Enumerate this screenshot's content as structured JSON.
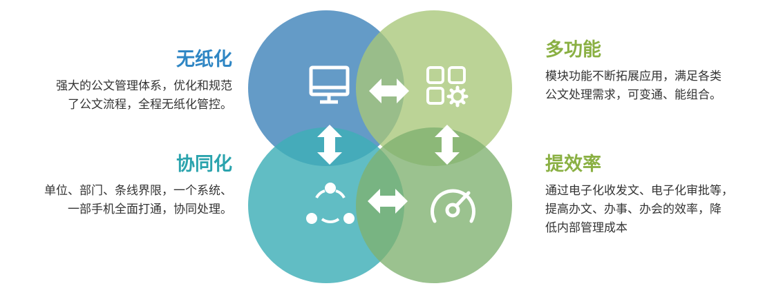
{
  "colors": {
    "blue": "#5b97c5",
    "green_light": "#b3cd82",
    "teal": "#51b7bf",
    "green": "#8bb97e",
    "title_blue": "#2f86c4",
    "title_teal": "#2aa3ad",
    "title_green": "#8ab043"
  },
  "features": {
    "top_left": {
      "title": "无纸化",
      "lines": [
        "强大的公文管理体系，优化和规范",
        "了公文流程，全程无纸化管控。"
      ],
      "icon": "monitor-icon"
    },
    "top_right": {
      "title": "多功能",
      "lines": [
        "模块功能不断拓展应用，满足各类",
        "公文处理需求，可变通、能组合。"
      ],
      "icon": "apps-gear-icon"
    },
    "bottom_left": {
      "title": "协同化",
      "lines": [
        "单位、部门、条线界限，一个系统、",
        "一部手机全面打通，协同处理。"
      ],
      "icon": "share-nodes-icon"
    },
    "bottom_right": {
      "title": "提效率",
      "lines": [
        "通过电子化收发文、电子化审批等，",
        "提高办文、办事、办会的效率，降",
        "低内部管理成本"
      ],
      "icon": "speedometer-icon"
    }
  }
}
